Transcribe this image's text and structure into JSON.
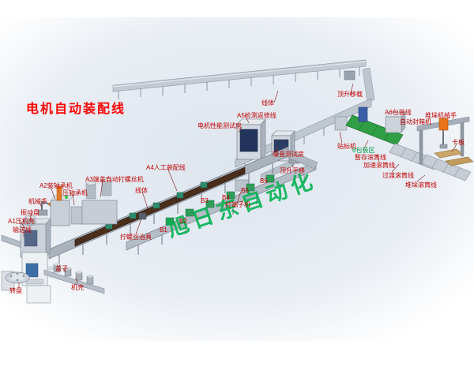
{
  "title": {
    "text": "电机自动装配线"
  },
  "watermark": {
    "text": "旭日东自动化"
  },
  "colors": {
    "title_red": "#fe0000",
    "label_red": "#c00000",
    "packing_zone_green": "#009944",
    "watermark_green": "#00b050",
    "belt_brown": "#4a2e1c",
    "green_conveyor": "#2f9e44",
    "machine_gray": "#ccd2da",
    "pallet_tan": "#caa66b",
    "accent_orange": "#e8731a",
    "window_blue": "#22345c"
  },
  "labels": [
    {
      "id": "a5-inspection-repair-line",
      "text": "A5检测返修线"
    },
    {
      "id": "motor-performance-test-room",
      "text": "电机性能测试房"
    },
    {
      "id": "line-body-top",
      "text": "线体"
    },
    {
      "id": "lift-transfer",
      "text": "顶升移载"
    },
    {
      "id": "a6-packing-line",
      "text": "A6包装线"
    },
    {
      "id": "auto-carton-sealer",
      "text": "自动封箱机"
    },
    {
      "id": "stacking-robot",
      "text": "堆垛机械手"
    },
    {
      "id": "pallet",
      "text": "卡板"
    },
    {
      "id": "labeling-machine",
      "text": "贴标机"
    },
    {
      "id": "noise-test-room",
      "text": "噪音测试房"
    },
    {
      "id": "packing-zone",
      "text": "6包装区"
    },
    {
      "id": "buffer-roller-line",
      "text": "暂存滚筒线"
    },
    {
      "id": "acceleration-roller-line",
      "text": "加速滚筒线"
    },
    {
      "id": "transition-roller-line",
      "text": "过渡滚筒线"
    },
    {
      "id": "stacking-roller-line",
      "text": "堆垛滚筒线"
    },
    {
      "id": "lift-translation",
      "text": "顶升平移"
    },
    {
      "id": "a4-manual-assembly-line",
      "text": "A4人工装配线"
    },
    {
      "id": "line-body-mid",
      "text": "线体"
    },
    {
      "id": "station-b6",
      "text": "B6"
    },
    {
      "id": "station-b5",
      "text": "B5"
    },
    {
      "id": "station-b4",
      "text": "B4"
    },
    {
      "id": "station-b3",
      "text": "B3"
    },
    {
      "id": "terminal-crimping-machine",
      "text": "打端子机"
    },
    {
      "id": "station-b2",
      "text": "B2"
    },
    {
      "id": "station-b1",
      "text": "B1"
    },
    {
      "id": "a3-auto-screw-machine",
      "text": "A3端盖自动打螺丝机"
    },
    {
      "id": "a2-bearing-install-machine",
      "text": "A2装轴承机"
    },
    {
      "id": "bearing-press-machine",
      "text": "压轴承机"
    },
    {
      "id": "robot-arm",
      "text": "机械手"
    },
    {
      "id": "vibration-feeder",
      "text": "振动盘"
    },
    {
      "id": "a1-casing-press",
      "text": "A1压机壳"
    },
    {
      "id": "conveyor-line",
      "text": "输送线"
    },
    {
      "id": "screw-jig",
      "text": "拧螺丝治具"
    },
    {
      "id": "cover-parts",
      "text": "盖子"
    },
    {
      "id": "casing-parts",
      "text": "机壳"
    },
    {
      "id": "turntable",
      "text": "转盘"
    }
  ]
}
